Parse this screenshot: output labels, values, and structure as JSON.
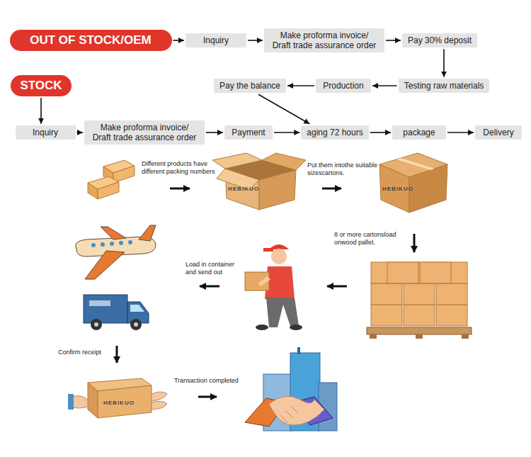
{
  "diagram": {
    "nodes": [
      {
        "text": [
          "OUT OF STOCK/OEM"
        ]
      },
      {
        "text": [
          "Inquiry"
        ]
      },
      {
        "text": [
          "Make proforma invoice/ Draft trade assurance order"
        ]
      },
      {
        "text": [
          "Pay 30% deposit"
        ]
      },
      {
        "text": [
          "Testing raw materials"
        ]
      },
      {
        "text": [
          "Production"
        ]
      },
      {
        "text": [
          "Pay the balance"
        ]
      },
      {
        "text": [
          "STOCK"
        ]
      },
      {
        "text": [
          "Inquiry"
        ]
      },
      {
        "text": [
          "Make proforma invoice/ Draft trade assurance order"
        ]
      },
      {
        "text": [
          "Payment"
        ]
      },
      {
        "text": [
          "aging 72 hours"
        ]
      },
      {
        "text": [
          "package"
        ]
      },
      {
        "text": [
          "Delivery"
        ]
      }
    ],
    "edges": [
      {
        "from": 0,
        "to": 1,
        "arrow": "to"
      },
      {
        "from": 1,
        "to": 2,
        "arrow": "to"
      },
      {
        "from": 2,
        "to": 3,
        "arrow": "to"
      },
      {
        "from": 3,
        "to": 4,
        "arrow": "to"
      },
      {
        "from": 4,
        "to": 5,
        "arrow": "to"
      },
      {
        "from": 5,
        "to": 6,
        "arrow": "to"
      },
      {
        "from": 6,
        "to": 11,
        "arrow": "to"
      },
      {
        "from": 7,
        "to": 8,
        "arrow": "to"
      },
      {
        "from": 8,
        "to": 9,
        "arrow": "to"
      },
      {
        "from": 9,
        "to": 10,
        "arrow": "to"
      },
      {
        "from": 10,
        "to": 11,
        "arrow": "to"
      },
      {
        "from": 11,
        "to": 12,
        "arrow": "to"
      },
      {
        "from": 12,
        "to": 13,
        "arrow": "to"
      }
    ],
    "labels": [
      "Different products have different packing numbers",
      "HEBIKUO",
      "Put them intothe suitable sizescartons.",
      "HEBIKUO",
      "8 or more cartonsload onwood pallet.",
      "Load in container and send out",
      "Confirm receipt",
      "HEBIKUO",
      "Transaction completed"
    ]
  }
}
